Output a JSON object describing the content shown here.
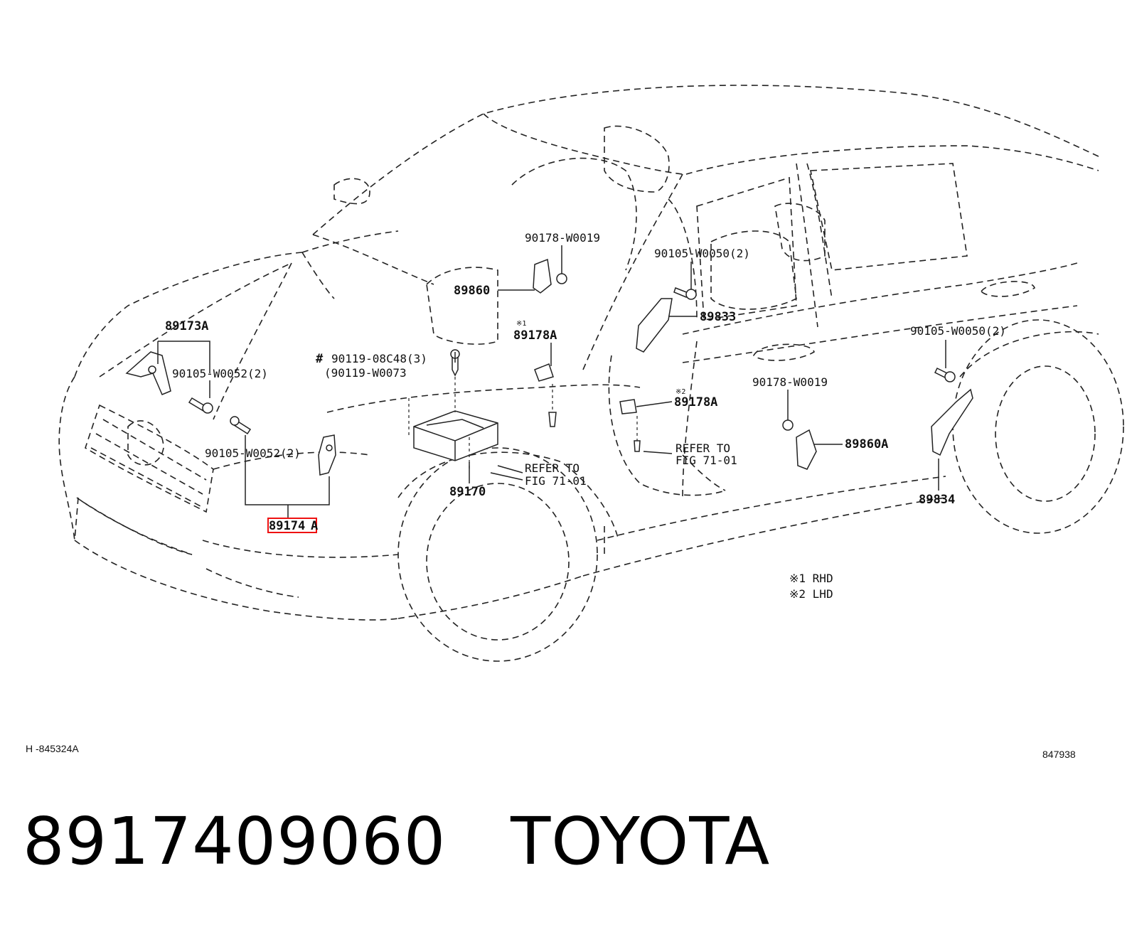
{
  "callouts": {
    "c89173A": "89173A",
    "c90105_w0052_a": "90105-W0052(2)",
    "c90105_w0052_b": "90105-W0052(2)",
    "c89174A_hl": "89174",
    "c89174A_rest": "A",
    "c90119_08c48": "90119-08C48(3)",
    "c90119_w0073": "(90119-W0073",
    "c89170": "89170",
    "refer_to_a": "REFER TO",
    "fig_a": "FIG 71-01",
    "c90178_w0019_a": "90178-W0019",
    "c89860": "89860",
    "rhd_mark_top": "※1",
    "c89178A_a": "89178A",
    "c90105_w0050_a": "90105-W0050(2)",
    "c89833": "89833",
    "lhd_mark_top": "※2",
    "c89178A_b": "89178A",
    "refer_to_b": "REFER TO",
    "fig_b": "FIG 71-01",
    "c90178_w0019_b": "90178-W0019",
    "c89860A": "89860A",
    "c90105_w0050_b": "90105-W0050(2)",
    "c89834": "89834",
    "hash_mark": "#"
  },
  "legend": {
    "rhd": "※1 RHD",
    "lhd": "※2 LHD"
  },
  "footer": {
    "left_code": "H -845324A",
    "right_code": "847938"
  },
  "caption": {
    "part_number": "8917409060",
    "brand": "TOYOTA"
  },
  "colors": {
    "highlight": "#e11111",
    "line": "#222222"
  }
}
